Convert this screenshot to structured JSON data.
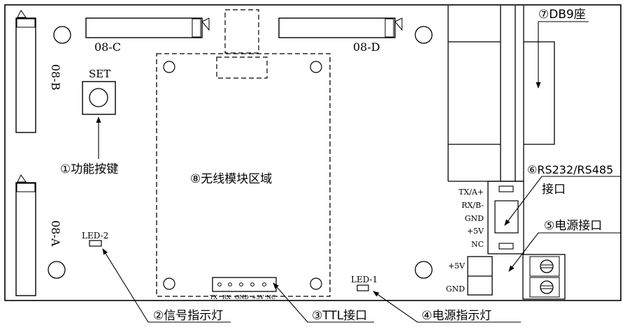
{
  "connectors": {
    "c": "08-C",
    "d": "08-D",
    "b": "08-B",
    "a": "08-A"
  },
  "set_button": "SET",
  "leds": {
    "led2": "LED-2",
    "led1": "LED-1"
  },
  "rs_pins": [
    "TX/A+",
    "RX/B-",
    "GND",
    "+5V",
    "NC"
  ],
  "ttl_pins": [
    "TX",
    "RX",
    "GND",
    "+5V",
    "NC"
  ],
  "power_pins": [
    "+5V",
    "GND"
  ],
  "callouts": {
    "function_key": "①功能按键",
    "signal_led": "②信号指示灯",
    "ttl_port": "③TTL接口",
    "power_led": "④电源指示灯",
    "power_port": "⑤电源接口",
    "rs_port_line1": "⑥RS232/RS485",
    "rs_port_line2": "接口",
    "db9": "⑦DB9座",
    "wireless_area": "⑧无线模块区域"
  }
}
